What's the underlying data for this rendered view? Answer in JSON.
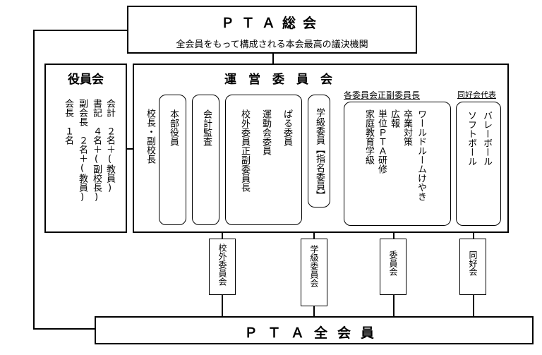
{
  "top": {
    "title": "ＰＴＡ総会",
    "subtitle": "全会員をもって構成される本会最高の議決機関"
  },
  "officers": {
    "heading": "役員会",
    "lines": [
      "会計　２名＋(教員)",
      "副会長　２名＋(教員)",
      "書記　４名＋(副校長)"
    ],
    "col_a": "会長　１名",
    "col_b": "副会長　２名＋(教員)",
    "col_c": "書記　４名＋(副校長)",
    "col_d": "会計　２名＋(教員)"
  },
  "steering": {
    "heading": "運　営　委　員　会",
    "principal": "校長・副校長",
    "box1": "本部役員",
    "box2": "会計監査",
    "box3_c1": "ぱる委員",
    "box3_c2": "運動会委員",
    "box3_c3": "校外委員正副委員長",
    "box4": "学級委員【指名委員】",
    "committee_heading": "各委員会正副委員長",
    "comm_c1": "ワールドルームけやき",
    "comm_c2": "卒業対策",
    "comm_c3": "広報",
    "comm_c4": "単位ＰＴＡ研修",
    "comm_c5": "家庭教育学級",
    "club_heading": "同好会代表",
    "club_c1": "バレーボール",
    "club_c2": "ソフトボール"
  },
  "lower": {
    "b1": "校外委員会",
    "b2": "学級委員会",
    "b3": "委員会",
    "b4": "同好会"
  },
  "bottom": {
    "title": "ＰＴＡ全会員"
  }
}
